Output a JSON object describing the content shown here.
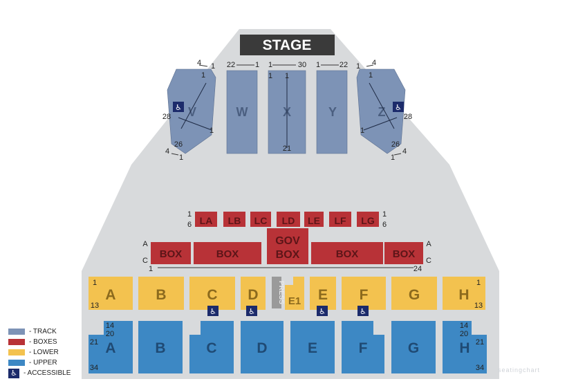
{
  "stage": {
    "label": "STAGE"
  },
  "track": {
    "color": "#7d93b6",
    "sections": [
      {
        "id": "V",
        "label": "V"
      },
      {
        "id": "W",
        "label": "W"
      },
      {
        "id": "X",
        "label": "X"
      },
      {
        "id": "Y",
        "label": "Y"
      },
      {
        "id": "Z",
        "label": "Z"
      }
    ],
    "row_labels": [
      "4",
      "1",
      "1",
      "28",
      "1",
      "26",
      "4",
      "1",
      "22",
      "1",
      "1",
      "30",
      "1",
      "1",
      "21",
      "1",
      "22",
      "1",
      "4",
      "1",
      "1",
      "28",
      "26",
      "1",
      "4"
    ]
  },
  "boxes": {
    "color": "#b83237",
    "top_row": [
      "LA",
      "LB",
      "LC",
      "LD",
      "LE",
      "LF",
      "LG"
    ],
    "main_row": [
      "BOX",
      "BOX",
      "BOX",
      "BOX"
    ],
    "gov_lines": [
      "GOV",
      "BOX"
    ],
    "row_labels": [
      "1",
      "6",
      "1",
      "6",
      "A",
      "C",
      "A",
      "C",
      "1",
      "24"
    ]
  },
  "lower": {
    "color": "#f3c24f",
    "sections": [
      "A",
      "B",
      "C",
      "D",
      "E",
      "F",
      "G",
      "H"
    ],
    "e1_label": "E1",
    "press_label": "PRESS",
    "row_labels": [
      "1",
      "13",
      "1",
      "13"
    ]
  },
  "upper": {
    "color": "#3d88c4",
    "sections": [
      "A",
      "B",
      "C",
      "D",
      "E",
      "F",
      "G",
      "H"
    ],
    "row_labels": [
      "14",
      "20",
      "21",
      "34",
      "14",
      "20",
      "21",
      "34"
    ]
  },
  "accessible": {
    "color": "#1c2b6b",
    "icon": "wheelchair-icon"
  },
  "legend": [
    {
      "label": "- TRACK",
      "color": "#7d93b6"
    },
    {
      "label": "- BOXES",
      "color": "#b83237"
    },
    {
      "label": "- LOWER",
      "color": "#f3c24f"
    },
    {
      "label": "- UPPER",
      "color": "#3d88c4"
    },
    {
      "label": "- ACCESSIBLE",
      "icon": "wheelchair-icon"
    }
  ],
  "watermark": "seatingchart"
}
